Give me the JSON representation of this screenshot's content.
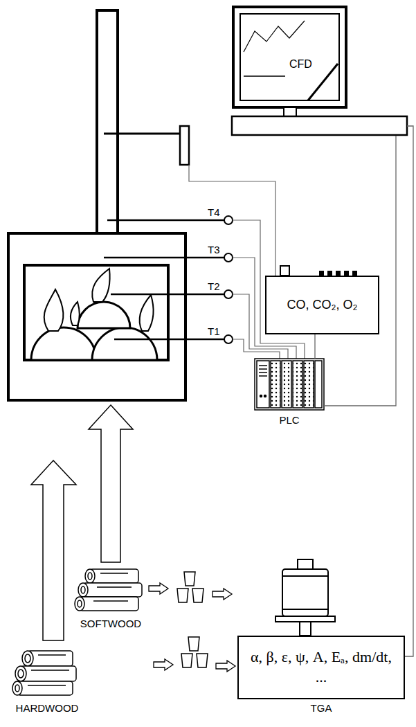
{
  "diagram": {
    "nodes": [
      {
        "text": [
          "CFD"
        ]
      },
      {
        "text": [
          "CO, CO₂, O₂"
        ]
      },
      {
        "text": [
          "PLC"
        ]
      },
      {
        "text": [
          "α, β, ε, ψ, A, Eₐ, dm/dt, ...",
          "TGA"
        ]
      }
    ],
    "edges": [
      {
        "from": 1,
        "to": 2,
        "arrow": "none"
      },
      {
        "from": 2,
        "to": 0,
        "arrow": "none"
      },
      {
        "from": 3,
        "to": 0,
        "arrow": "none"
      }
    ],
    "labels": [
      "T4",
      "T3",
      "T2",
      "T1",
      "SOFTWOOD",
      "HARDWOOD"
    ]
  }
}
